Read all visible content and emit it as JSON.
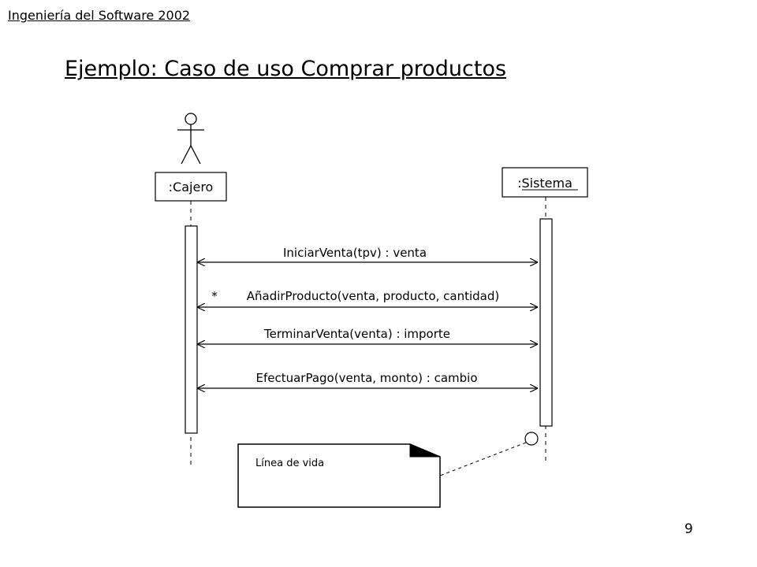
{
  "slide": {
    "header": "Ingeniería del Software 2002",
    "title": "Ejemplo: Caso de uso Comprar productos",
    "page_number": "9"
  },
  "diagram": {
    "actor_object": ":Cajero",
    "system_object": ":Sistema",
    "messages": [
      {
        "label": "IniciarVenta(tpv) : venta",
        "iteration": ""
      },
      {
        "label": "AñadirProducto(venta, producto, cantidad)",
        "iteration": "*"
      },
      {
        "label": "TerminarVenta(venta) : importe",
        "iteration": ""
      },
      {
        "label": "EfectuarPago(venta, monto) : cambio",
        "iteration": ""
      }
    ],
    "note": "Línea de vida"
  }
}
